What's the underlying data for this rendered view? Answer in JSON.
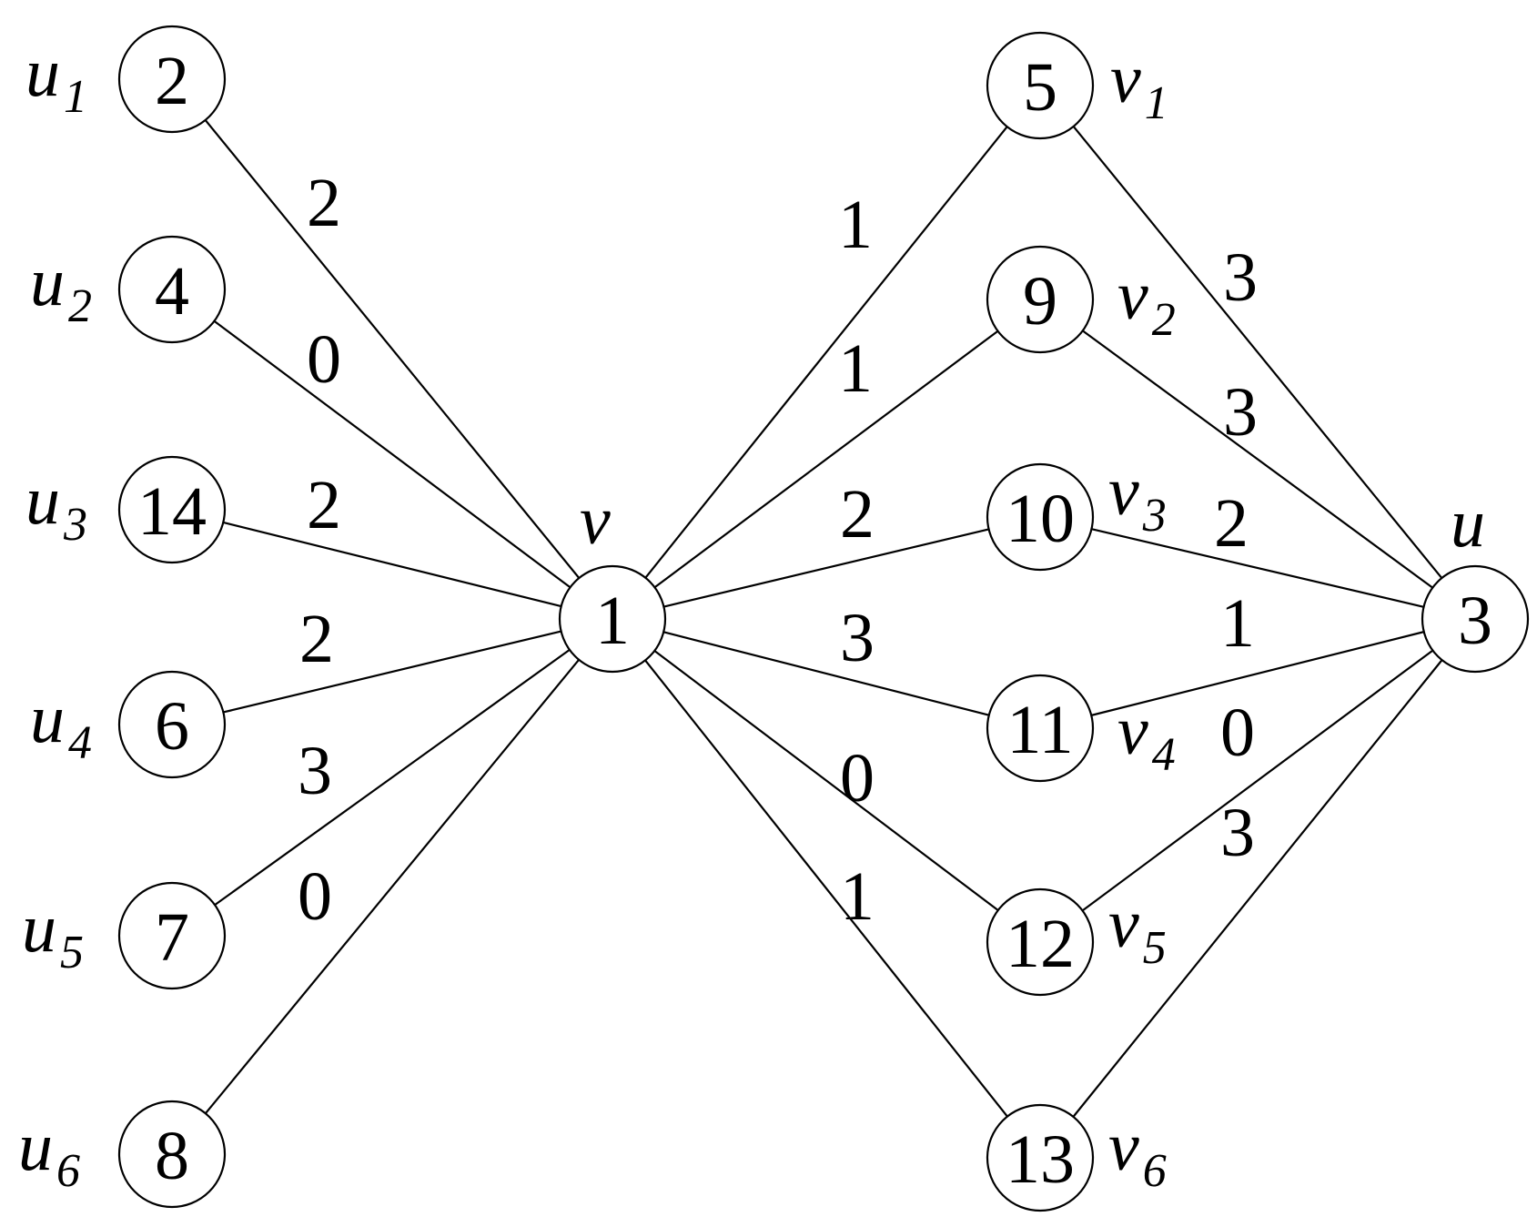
{
  "nodes": [
    {
      "id": "v",
      "num": "1",
      "name": "v",
      "sub": ""
    },
    {
      "id": "u",
      "num": "3",
      "name": "u",
      "sub": ""
    },
    {
      "id": "u1",
      "num": "2",
      "name": "u",
      "sub": "1"
    },
    {
      "id": "u2",
      "num": "4",
      "name": "u",
      "sub": "2"
    },
    {
      "id": "u3",
      "num": "14",
      "name": "u",
      "sub": "3"
    },
    {
      "id": "u4",
      "num": "6",
      "name": "u",
      "sub": "4"
    },
    {
      "id": "u5",
      "num": "7",
      "name": "u",
      "sub": "5"
    },
    {
      "id": "u6",
      "num": "8",
      "name": "u",
      "sub": "6"
    },
    {
      "id": "v1",
      "num": "5",
      "name": "v",
      "sub": "1"
    },
    {
      "id": "v2",
      "num": "9",
      "name": "v",
      "sub": "2"
    },
    {
      "id": "v3",
      "num": "10",
      "name": "v",
      "sub": "3"
    },
    {
      "id": "v4",
      "num": "11",
      "name": "v",
      "sub": "4"
    },
    {
      "id": "v5",
      "num": "12",
      "name": "v",
      "sub": "5"
    },
    {
      "id": "v6",
      "num": "13",
      "name": "v",
      "sub": "6"
    }
  ],
  "edges": [
    {
      "from": "u1",
      "to": "v",
      "weight": "2"
    },
    {
      "from": "u2",
      "to": "v",
      "weight": "0"
    },
    {
      "from": "u3",
      "to": "v",
      "weight": "2"
    },
    {
      "from": "u4",
      "to": "v",
      "weight": "2"
    },
    {
      "from": "u5",
      "to": "v",
      "weight": "3"
    },
    {
      "from": "u6",
      "to": "v",
      "weight": "0"
    },
    {
      "from": "v",
      "to": "v1",
      "weight": "1"
    },
    {
      "from": "v",
      "to": "v2",
      "weight": "1"
    },
    {
      "from": "v",
      "to": "v3",
      "weight": "2"
    },
    {
      "from": "v",
      "to": "v4",
      "weight": "3"
    },
    {
      "from": "v",
      "to": "v5",
      "weight": "0"
    },
    {
      "from": "v",
      "to": "v6",
      "weight": "1"
    },
    {
      "from": "v1",
      "to": "u",
      "weight": "3"
    },
    {
      "from": "v2",
      "to": "u",
      "weight": "3"
    },
    {
      "from": "v3",
      "to": "u",
      "weight": "2"
    },
    {
      "from": "v4",
      "to": "u",
      "weight": "1"
    },
    {
      "from": "v5",
      "to": "u",
      "weight": "0"
    },
    {
      "from": "v6",
      "to": "u",
      "weight": "3"
    }
  ]
}
